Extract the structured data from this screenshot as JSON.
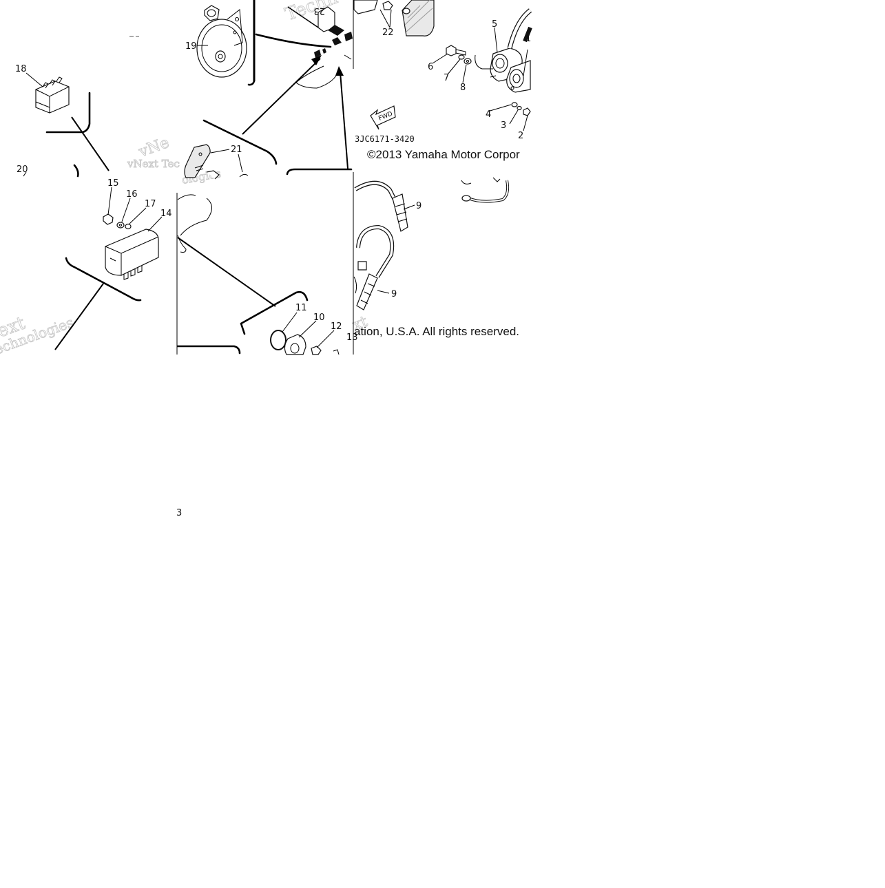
{
  "copyright_top": "©2013 Yamaha Motor Corpor",
  "copyright_bottom": "ation, U.S.A. All rights reserved.",
  "drawing_code": "3JC6171-3420",
  "fwd_label": "FWD",
  "stray_mark": "3",
  "watermarks": [
    "vNext Tec",
    "vNe",
    "Techn",
    "ext",
    "echnologies",
    "ologies",
    "xt"
  ],
  "callouts": {
    "c1": "1",
    "c2": "2",
    "c3": "3",
    "c4": "4",
    "c5": "5",
    "c6": "6",
    "c7": "7",
    "c8": "8",
    "c9a": "9",
    "c9b": "9",
    "c10": "10",
    "c11": "11",
    "c12": "12",
    "c13": "13",
    "c14": "14",
    "c15": "15",
    "c16": "16",
    "c17": "17",
    "c18": "18",
    "c19": "19",
    "c20": "20",
    "c21": "21",
    "c22": "22",
    "c23": "23"
  }
}
